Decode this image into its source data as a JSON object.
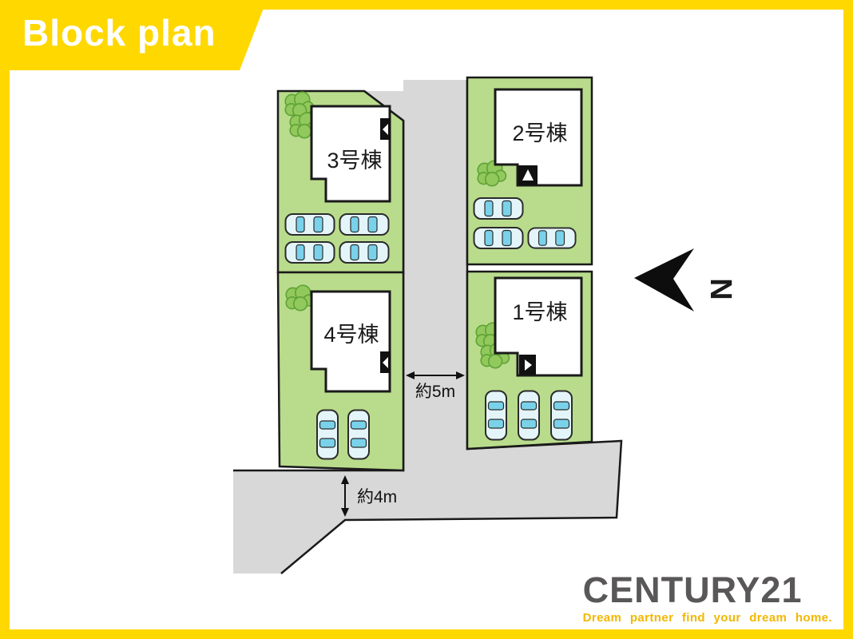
{
  "banner": {
    "title": "Block plan"
  },
  "plan": {
    "lots": [
      {
        "label": "1号棟"
      },
      {
        "label": "2号棟"
      },
      {
        "label": "3号棟"
      },
      {
        "label": "4号棟"
      }
    ],
    "dimensions": {
      "road_vertical": "約5m",
      "road_horizontal": "約4m"
    },
    "compass": {
      "north_label": "N"
    }
  },
  "logo": {
    "brand": "CENTURY21",
    "tagline": "Dream partner find your dream home."
  },
  "colors": {
    "frame_yellow": "#ffd800",
    "lot_green": "#b9dc8c",
    "road_gray": "#d8d8d8",
    "car_blue": "#79d2ea",
    "house_outline": "#1a1a1a",
    "brand_gray": "#595757",
    "tagline_gold": "#f3b700"
  }
}
